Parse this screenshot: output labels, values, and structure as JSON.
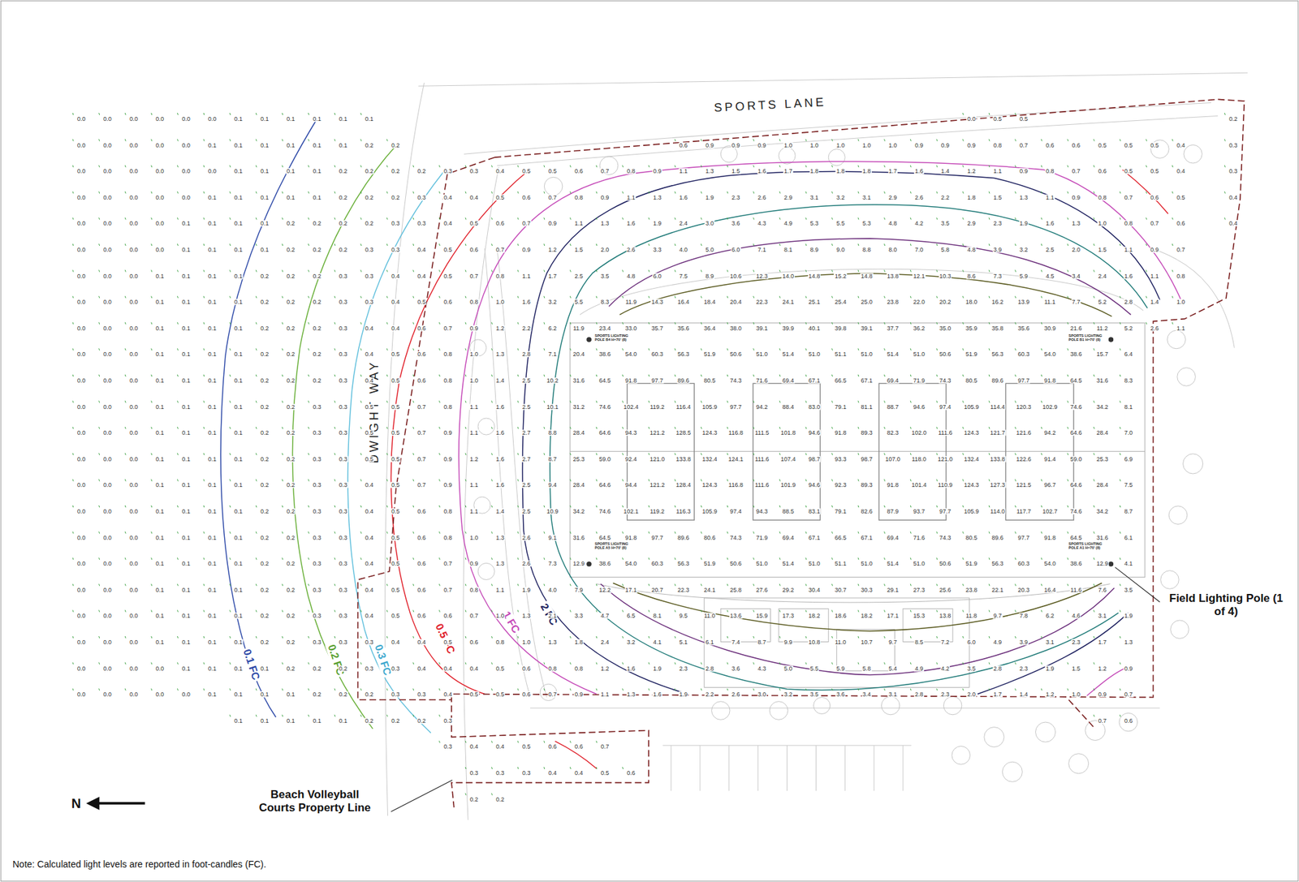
{
  "diagram": {
    "labels": [
      "SPORTS LANE",
      "DWIGHT WAY",
      "0.1 FC",
      "0.2 FC",
      "0.3 FC",
      "0.5 FC",
      "1 FC",
      "2 FC",
      "Field Lighting Pole (1 of 4)",
      "Beach Volleyball Courts Property Line",
      "N",
      "Note: Calculated light levels are reported in foot-candles (FC).",
      "SPORTS LIGHTING POLE B4 H=70' (8)",
      "SPORTS LIGHTING POLE B1 H=70' (8)",
      "SPORTS LIGHTING POLE A5 H=70' (8)",
      "SPORTS LIGHTING POLE A1 H=70' (8)",
      "0.0",
      "0.0",
      "0.0",
      "0.0",
      "0.0",
      "0.0",
      "0.1",
      "0.1",
      "0.1",
      "0.1",
      "0.1",
      "0.1",
      "0.0",
      "0.5",
      "0.5",
      "0.2",
      "0.0",
      "0.0",
      "0.0",
      "0.0",
      "0.0",
      "0.1",
      "0.1",
      "0.1",
      "0.1",
      "0.1",
      "0.1",
      "0.2",
      "0.2",
      "0.6",
      "0.9",
      "0.9",
      "0.9",
      "1.0",
      "1.0",
      "1.0",
      "1.0",
      "1.0",
      "0.9",
      "0.9",
      "0.9",
      "0.8",
      "0.7",
      "0.6",
      "0.6",
      "0.5",
      "0.5",
      "0.5",
      "0.4",
      "0.3",
      "0.0",
      "0.0",
      "0.0",
      "0.0",
      "0.0",
      "0.0",
      "0.1",
      "0.1",
      "0.1",
      "0.1",
      "0.2",
      "0.2",
      "0.2",
      "0.2",
      "0.3",
      "0.3",
      "0.4",
      "0.5",
      "0.5",
      "0.6",
      "0.7",
      "0.8",
      "0.9",
      "1.1",
      "1.3",
      "1.5",
      "1.6",
      "1.7",
      "1.8",
      "1.8",
      "1.8",
      "1.7",
      "1.6",
      "1.4",
      "1.2",
      "1.1",
      "0.9",
      "0.8",
      "0.7",
      "0.6",
      "0.5",
      "0.5",
      "0.4",
      "0.3",
      "0.0",
      "0.0",
      "0.0",
      "0.0",
      "0.0",
      "0.1",
      "0.1",
      "0.1",
      "0.1",
      "0.1",
      "0.2",
      "0.2",
      "0.2",
      "0.3",
      "0.4",
      "0.4",
      "0.5",
      "0.6",
      "0.7",
      "0.8",
      "0.9",
      "1.1",
      "1.3",
      "1.6",
      "1.9",
      "2.3",
      "2.6",
      "2.9",
      "3.1",
      "3.2",
      "3.1",
      "2.9",
      "2.6",
      "2.2",
      "1.8",
      "1.5",
      "1.3",
      "1.1",
      "0.9",
      "0.8",
      "0.7",
      "0.6",
      "0.5",
      "0.4",
      "0.0",
      "0.0",
      "0.0",
      "0.0",
      "0.1",
      "0.1",
      "0.1",
      "0.1",
      "0.2",
      "0.2",
      "0.2",
      "0.2",
      "0.3",
      "0.3",
      "0.4",
      "0.5",
      "0.6",
      "0.7",
      "0.9",
      "1.1",
      "1.3",
      "1.6",
      "1.9",
      "2.4",
      "3.0",
      "3.6",
      "4.3",
      "4.9",
      "5.3",
      "5.5",
      "5.3",
      "4.8",
      "4.2",
      "3.5",
      "2.9",
      "2.3",
      "1.9",
      "1.6",
      "1.3",
      "1.0",
      "0.8",
      "0.7",
      "0.6",
      "0.4",
      "0.0",
      "0.0",
      "0.0",
      "0.0",
      "0.1",
      "0.1",
      "0.1",
      "0.1",
      "0.2",
      "0.2",
      "0.2",
      "0.3",
      "0.3",
      "0.4",
      "0.5",
      "0.6",
      "0.7",
      "0.9",
      "1.2",
      "1.5",
      "2.0",
      "2.6",
      "3.3",
      "4.0",
      "5.0",
      "6.0",
      "7.1",
      "8.1",
      "8.9",
      "9.0",
      "8.8",
      "8.0",
      "7.0",
      "5.8",
      "4.8",
      "3.9",
      "3.2",
      "2.5",
      "2.0",
      "1.5",
      "1.1",
      "0.9",
      "0.7",
      "0.0",
      "0.0",
      "0.0",
      "0.1",
      "0.1",
      "0.1",
      "0.1",
      "0.2",
      "0.2",
      "0.2",
      "0.3",
      "0.3",
      "0.4",
      "0.4",
      "0.5",
      "0.7",
      "0.8",
      "1.1",
      "1.7",
      "2.5",
      "3.5",
      "4.8",
      "6.0",
      "7.5",
      "8.9",
      "10.6",
      "12.3",
      "14.0",
      "14.8",
      "15.2",
      "14.8",
      "13.8",
      "12.1",
      "10.3",
      "8.6",
      "7.3",
      "5.9",
      "4.5",
      "3.4",
      "2.4",
      "1.6",
      "1.1",
      "0.8",
      "0.0",
      "0.0",
      "0.0",
      "0.1",
      "0.1",
      "0.1",
      "0.1",
      "0.2",
      "0.2",
      "0.2",
      "0.3",
      "0.3",
      "0.4",
      "0.5",
      "0.6",
      "0.8",
      "1.0",
      "1.6",
      "3.2",
      "5.5",
      "8.3",
      "11.9",
      "14.3",
      "16.4",
      "18.4",
      "20.4",
      "22.3",
      "24.1",
      "25.1",
      "25.4",
      "25.0",
      "23.8",
      "22.0",
      "20.2",
      "18.0",
      "16.2",
      "13.9",
      "11.1",
      "7.7",
      "5.2",
      "2.8",
      "1.4",
      "1.0",
      "0.0",
      "0.0",
      "0.0",
      "0.1",
      "0.1",
      "0.1",
      "0.1",
      "0.2",
      "0.2",
      "0.2",
      "0.3",
      "0.4",
      "0.4",
      "0.6",
      "0.7",
      "0.9",
      "1.2",
      "2.2",
      "6.2",
      "11.9",
      "23.4",
      "33.0",
      "35.7",
      "35.6",
      "36.4",
      "38.0",
      "39.1",
      "39.9",
      "40.1",
      "39.8",
      "39.1",
      "37.7",
      "36.2",
      "35.0",
      "35.9",
      "35.8",
      "35.6",
      "30.9",
      "21.6",
      "11.2",
      "5.2",
      "2.6",
      "1.1",
      "0.0",
      "0.0",
      "0.0",
      "0.1",
      "0.1",
      "0.1",
      "0.1",
      "0.2",
      "0.2",
      "0.2",
      "0.3",
      "0.4",
      "0.5",
      "0.6",
      "0.8",
      "1.0",
      "1.3",
      "2.8",
      "7.1",
      "20.4",
      "38.6",
      "54.0",
      "60.3",
      "56.3",
      "51.9",
      "50.6",
      "51.0",
      "51.4",
      "51.0",
      "51.1",
      "51.0",
      "51.4",
      "51.0",
      "50.6",
      "51.9",
      "56.3",
      "60.3",
      "54.0",
      "38.6",
      "15.7",
      "6.4",
      "0.0",
      "0.0",
      "0.0",
      "0.1",
      "0.1",
      "0.1",
      "0.1",
      "0.2",
      "0.2",
      "0.2",
      "0.3",
      "0.4",
      "0.5",
      "0.6",
      "0.8",
      "1.0",
      "1.4",
      "2.5",
      "10.2",
      "31.6",
      "64.5",
      "91.8",
      "97.7",
      "89.6",
      "80.5",
      "74.3",
      "71.6",
      "69.4",
      "67.1",
      "66.5",
      "67.1",
      "69.4",
      "71.9",
      "74.3",
      "80.5",
      "89.6",
      "97.7",
      "91.8",
      "64.5",
      "31.6",
      "8.3",
      "0.0",
      "0.0",
      "0.0",
      "0.1",
      "0.1",
      "0.1",
      "0.1",
      "0.2",
      "0.2",
      "0.3",
      "0.3",
      "0.5",
      "0.5",
      "0.7",
      "0.8",
      "1.1",
      "1.6",
      "2.5",
      "10.1",
      "31.2",
      "74.6",
      "102.4",
      "119.2",
      "116.4",
      "105.9",
      "97.7",
      "94.2",
      "88.4",
      "83.0",
      "79.1",
      "81.1",
      "88.7",
      "94.6",
      "97.4",
      "105.9",
      "114.4",
      "120.3",
      "102.9",
      "74.6",
      "34.2",
      "8.1",
      "0.0",
      "0.0",
      "0.0",
      "0.1",
      "0.1",
      "0.1",
      "0.1",
      "0.2",
      "0.2",
      "0.3",
      "0.3",
      "0.5",
      "0.5",
      "0.7",
      "0.9",
      "1.1",
      "1.6",
      "2.7",
      "8.8",
      "28.4",
      "64.6",
      "94.3",
      "121.2",
      "128.5",
      "124.3",
      "116.8",
      "111.5",
      "101.8",
      "94.6",
      "91.8",
      "89.3",
      "82.3",
      "102.0",
      "111.6",
      "124.3",
      "121.7",
      "121.6",
      "94.2",
      "64.6",
      "28.4",
      "7.0",
      "0.0",
      "0.0",
      "0.0",
      "0.1",
      "0.1",
      "0.1",
      "0.1",
      "0.2",
      "0.2",
      "0.3",
      "0.3",
      "0.5",
      "0.5",
      "0.7",
      "0.9",
      "1.2",
      "1.6",
      "2.7",
      "8.7",
      "25.3",
      "59.0",
      "92.4",
      "121.0",
      "133.8",
      "132.4",
      "124.1",
      "111.6",
      "107.4",
      "98.7",
      "93.3",
      "98.7",
      "107.0",
      "118.0",
      "121.0",
      "132.4",
      "133.8",
      "122.6",
      "91.4",
      "59.0",
      "25.3",
      "6.9",
      "0.0",
      "0.0",
      "0.0",
      "0.1",
      "0.1",
      "0.1",
      "0.1",
      "0.2",
      "0.2",
      "0.3",
      "0.3",
      "0.4",
      "0.5",
      "0.7",
      "0.9",
      "1.1",
      "1.6",
      "2.5",
      "9.4",
      "28.4",
      "64.6",
      "94.4",
      "121.2",
      "128.4",
      "124.3",
      "116.8",
      "111.6",
      "101.9",
      "94.6",
      "92.3",
      "89.3",
      "91.8",
      "101.4",
      "110.9",
      "124.3",
      "127.3",
      "121.5",
      "96.7",
      "64.6",
      "28.4",
      "7.5",
      "0.0",
      "0.0",
      "0.0",
      "0.1",
      "0.1",
      "0.1",
      "0.1",
      "0.2",
      "0.2",
      "0.3",
      "0.3",
      "0.4",
      "0.5",
      "0.6",
      "0.8",
      "1.1",
      "1.4",
      "2.5",
      "10.9",
      "34.2",
      "74.6",
      "102.1",
      "119.2",
      "116.3",
      "105.9",
      "97.4",
      "94.3",
      "88.5",
      "83.1",
      "79.1",
      "82.6",
      "87.9",
      "93.7",
      "97.7",
      "105.9",
      "114.0",
      "117.7",
      "102.7",
      "74.6",
      "34.2",
      "8.7",
      "0.0",
      "0.0",
      "0.0",
      "0.1",
      "0.1",
      "0.1",
      "0.1",
      "0.2",
      "0.2",
      "0.3",
      "0.3",
      "0.4",
      "0.5",
      "0.6",
      "0.8",
      "1.0",
      "1.3",
      "2.6",
      "9.1",
      "31.6",
      "64.5",
      "91.8",
      "97.7",
      "89.6",
      "80.6",
      "74.3",
      "71.9",
      "69.4",
      "67.1",
      "66.5",
      "67.1",
      "69.4",
      "71.6",
      "74.3",
      "80.5",
      "89.6",
      "97.7",
      "91.8",
      "64.5",
      "31.6",
      "6.1",
      "0.0",
      "0.0",
      "0.0",
      "0.1",
      "0.1",
      "0.1",
      "0.1",
      "0.2",
      "0.2",
      "0.3",
      "0.3",
      "0.4",
      "0.5",
      "0.6",
      "0.7",
      "0.9",
      "1.3",
      "2.6",
      "7.3",
      "12.9",
      "38.6",
      "54.0",
      "60.3",
      "56.3",
      "51.9",
      "50.6",
      "51.0",
      "51.4",
      "51.0",
      "51.1",
      "51.0",
      "51.4",
      "51.0",
      "50.6",
      "51.9",
      "56.3",
      "60.3",
      "54.0",
      "38.6",
      "12.9",
      "4.1",
      "0.0",
      "0.0",
      "0.0",
      "0.1",
      "0.1",
      "0.1",
      "0.1",
      "0.2",
      "0.2",
      "0.3",
      "0.3",
      "0.4",
      "0.5",
      "0.6",
      "0.7",
      "0.8",
      "1.1",
      "1.9",
      "4.0",
      "7.9",
      "12.2",
      "17.1",
      "20.7",
      "22.3",
      "24.1",
      "25.8",
      "27.6",
      "29.2",
      "30.4",
      "30.7",
      "30.3",
      "29.1",
      "27.3",
      "25.6",
      "23.8",
      "22.1",
      "20.3",
      "16.4",
      "11.6",
      "7.6",
      "3.5",
      "0.0",
      "0.0",
      "0.0",
      "0.1",
      "0.1",
      "0.1",
      "0.1",
      "0.2",
      "0.2",
      "0.3",
      "0.3",
      "0.4",
      "0.5",
      "0.6",
      "0.6",
      "0.7",
      "1.0",
      "1.3",
      "2.1",
      "3.3",
      "4.7",
      "6.5",
      "8.1",
      "9.5",
      "11.0",
      "13.6",
      "15.9",
      "17.3",
      "18.2",
      "18.6",
      "18.2",
      "17.1",
      "15.3",
      "13.8",
      "11.8",
      "9.7",
      "7.8",
      "6.2",
      "4.6",
      "3.1",
      "1.9",
      "0.0",
      "0.0",
      "0.0",
      "0.1",
      "0.1",
      "0.1",
      "0.1",
      "0.2",
      "0.2",
      "0.3",
      "0.3",
      "0.3",
      "0.4",
      "0.4",
      "0.5",
      "0.6",
      "0.8",
      "1.0",
      "1.3",
      "1.8",
      "2.4",
      "3.2",
      "4.1",
      "5.1",
      "6.1",
      "7.4",
      "8.7",
      "9.9",
      "10.8",
      "11.0",
      "10.7",
      "9.7",
      "8.5",
      "7.2",
      "6.0",
      "4.9",
      "3.9",
      "3.1",
      "2.3",
      "1.7",
      "1.3",
      "0.0",
      "0.0",
      "0.0",
      "0.0",
      "0.1",
      "0.1",
      "0.1",
      "0.1",
      "0.2",
      "0.2",
      "0.2",
      "0.3",
      "0.3",
      "0.4",
      "0.4",
      "0.4",
      "0.5",
      "0.6",
      "0.8",
      "0.8",
      "1.2",
      "1.6",
      "1.9",
      "2.3",
      "2.8",
      "3.6",
      "4.3",
      "5.0",
      "5.5",
      "5.9",
      "5.8",
      "5.4",
      "4.9",
      "4.2",
      "3.5",
      "2.8",
      "2.3",
      "1.9",
      "1.5",
      "1.2",
      "0.9",
      "0.0",
      "0.0",
      "0.0",
      "0.0",
      "0.0",
      "0.1",
      "0.1",
      "0.1",
      "0.1",
      "0.2",
      "0.2",
      "0.2",
      "0.3",
      "0.3",
      "0.4",
      "0.5",
      "0.5",
      "0.6",
      "0.7",
      "0.9",
      "1.1",
      "1.3",
      "1.6",
      "1.9",
      "2.2",
      "2.6",
      "3.0",
      "3.2",
      "3.5",
      "3.6",
      "3.4",
      "3.1",
      "2.8",
      "2.3",
      "2.0",
      "1.7",
      "1.4",
      "1.2",
      "1.0",
      "0.9",
      "0.7",
      "0.1",
      "0.1",
      "0.1",
      "0.1",
      "0.1",
      "0.2",
      "0.2",
      "0.2",
      "0.3",
      "0.7",
      "0.6",
      "0.3",
      "0.4",
      "0.4",
      "0.5",
      "0.6",
      "0.6",
      "0.7",
      "0.3",
      "0.3",
      "0.3",
      "0.4",
      "0.4",
      "0.5",
      "0.6",
      "0.2",
      "0.2"
    ]
  }
}
